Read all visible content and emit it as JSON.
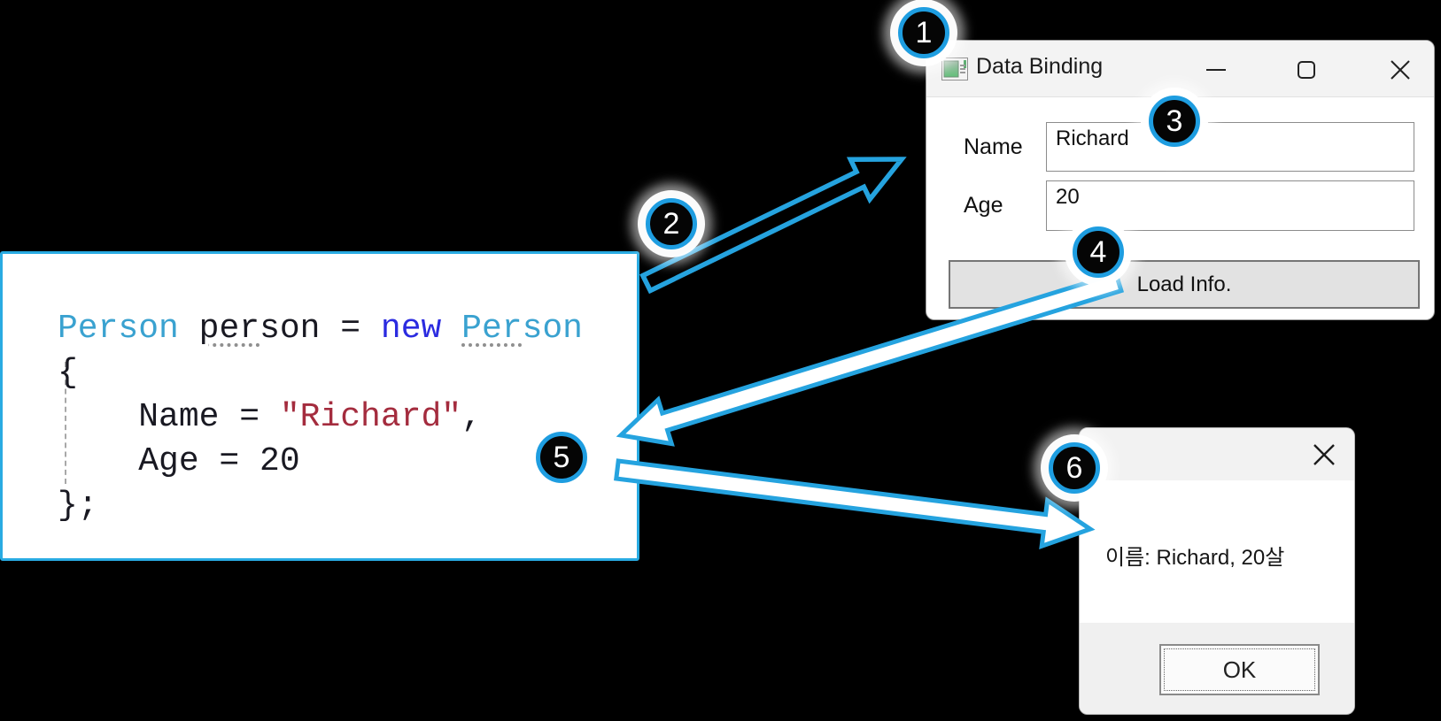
{
  "colors": {
    "accent_blue": "#29abe2",
    "type_teal": "#3aa2d0",
    "keyword_blue": "#2b2be0",
    "string_red": "#a42c3e"
  },
  "steps": [
    "1",
    "2",
    "3",
    "4",
    "5",
    "6"
  ],
  "code_panel": {
    "lines": [
      [
        [
          "t",
          "Person"
        ],
        [
          "p",
          " "
        ],
        [
          "pd",
          "per"
        ],
        [
          "p",
          "son"
        ],
        [
          "p",
          " = "
        ],
        [
          "k",
          "new"
        ],
        [
          "p",
          " "
        ],
        [
          "td",
          "Per"
        ],
        [
          "t",
          "son"
        ]
      ],
      [
        [
          "p",
          "{"
        ]
      ],
      [
        [
          "p",
          "    Name = "
        ],
        [
          "s",
          "\"Richard\""
        ],
        [
          "p",
          ","
        ]
      ],
      [
        [
          "p",
          "    Age = 20"
        ]
      ],
      [
        [
          "p",
          "};"
        ]
      ]
    ]
  },
  "binding_window": {
    "title": "Data Binding",
    "fields": [
      {
        "label": "Name",
        "value": "Richard"
      },
      {
        "label": "Age",
        "value": "20"
      }
    ],
    "button_label": "Load Info."
  },
  "message_box": {
    "message": "이름: Richard, 20살",
    "ok_label": "OK"
  }
}
